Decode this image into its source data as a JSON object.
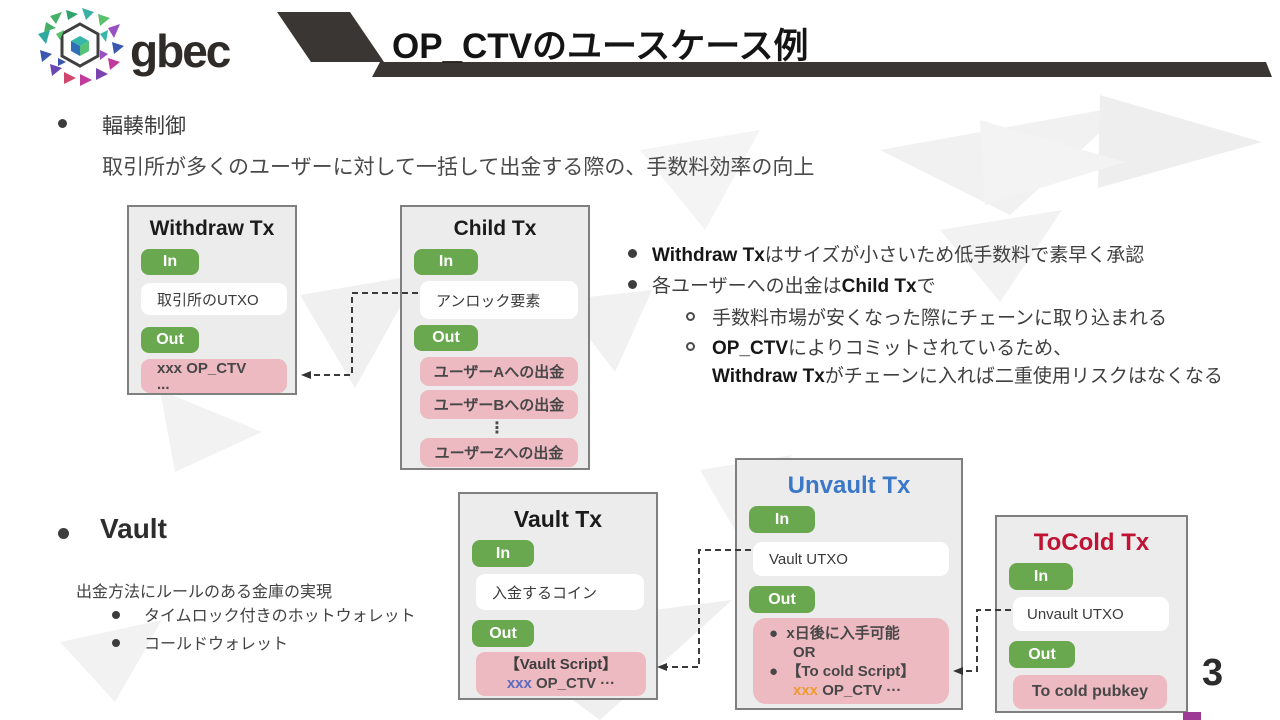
{
  "header": {
    "logo_text": "gbec",
    "title_bold": "OP_CTV",
    "title_rest": "のユースケース例"
  },
  "page_number": "3",
  "colors": {
    "accent_green": "#6aa84f",
    "pink": "#edbac1",
    "box_bg": "#ececec",
    "box_border": "#7f7f7f",
    "banner_dark": "#3a3633",
    "unvault_title_blue": "#3b78c8",
    "tocold_title_red": "#c01333",
    "xxx_blue": "#5c6bc0",
    "xxx_orange": "#ed9b33",
    "purple_marker": "#9c3a96"
  },
  "congestion": {
    "heading": "輻輳制御",
    "description": "取引所が多くのユーザーに対して一括して出金する際の、手数料効率の向上",
    "withdraw_box": {
      "title": "Withdraw Tx",
      "in_label": "In",
      "in_value": "取引所のUTXO",
      "out_label": "Out",
      "out_line1": "xxx OP_CTV",
      "out_line2": "..."
    },
    "child_box": {
      "title": "Child Tx",
      "in_label": "In",
      "in_value": "アンロック要素",
      "out_label": "Out",
      "outputs": [
        "ユーザーAへの出金",
        "ユーザーBへの出金",
        "ユーザーZへの出金"
      ],
      "ellipsis": "⋮"
    },
    "bullet1": {
      "bold": "Withdraw Tx",
      "rest": "はサイズが小さいため低手数料で素早く承認"
    },
    "bullet2": {
      "pre": "各ユーザーへの出金は",
      "bold": "Child Tx",
      "rest": "で"
    },
    "sub1": "手数料市場が安くなった際にチェーンに取り込まれる",
    "sub2_bold": "OP_CTV",
    "sub2_rest": "によりコミットされているため、",
    "sub2_line2_bold": "Withdraw Tx",
    "sub2_line2_rest": "がチェーンに入れば二重使用リスクはなくなる"
  },
  "vault": {
    "heading": "Vault",
    "description": "出金方法にルールのある金庫の実現",
    "bullets": [
      "タイムロック付きのホットウォレット",
      "コールドウォレット"
    ],
    "vault_box": {
      "title": "Vault Tx",
      "in_label": "In",
      "in_value": "入金するコイン",
      "out_label": "Out",
      "script_title": "【Vault Script】",
      "xxx": "xxx",
      "script_rest": " OP_CTV ···"
    },
    "unvault_box": {
      "title": "Unvault Tx",
      "in_label": "In",
      "in_value": "Vault UTXO",
      "out_label": "Out",
      "opt1": "x日後に入手可能",
      "or": "OR",
      "opt2": "【To cold Script】",
      "xxx": "xxx",
      "script_rest": " OP_CTV ···"
    },
    "tocold_box": {
      "title": "ToCold Tx",
      "in_label": "In",
      "in_value": "Unvault UTXO",
      "out_label": "Out",
      "out_value": "To cold pubkey"
    }
  }
}
